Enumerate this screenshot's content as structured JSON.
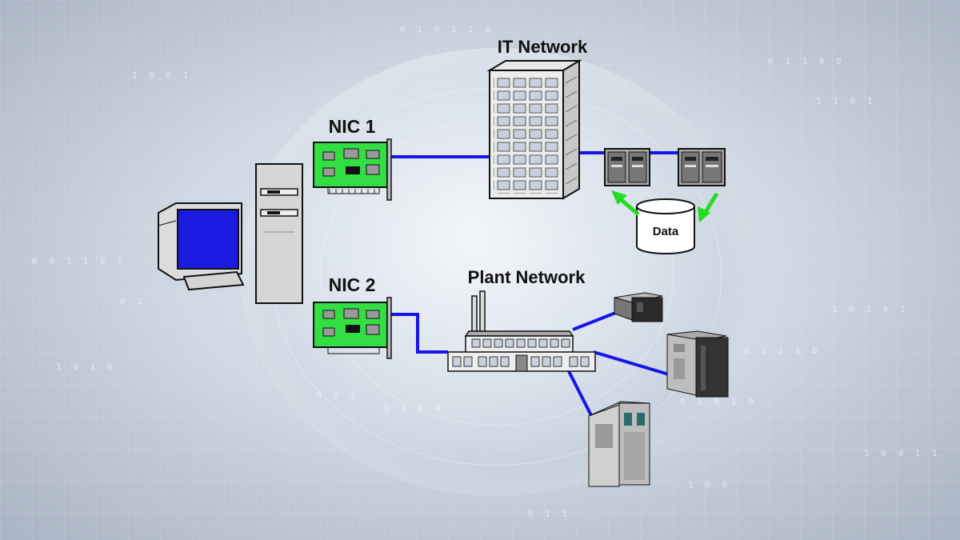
{
  "labels": {
    "it_network": "IT Network",
    "plant_network": "Plant Network",
    "nic1": "NIC 1",
    "nic2": "NIC 2",
    "data": "Data"
  },
  "background_bits": [
    "0 1 0 1 1 0",
    "1 0 0 1",
    "0 1 1 0 0",
    "1 1 0 1",
    "0 0 1 1 0 1",
    "1 0 1 0",
    "0 1 1 1 0",
    "1 0 0",
    "0 1 0 1 0",
    "1 1 0 0",
    "0 0 1",
    "1 0 1 0 1",
    "0 1 1",
    "1 0 0 1 1",
    "0 1"
  ],
  "colors": {
    "link": "#1515e6",
    "arrow": "#22dd22",
    "nic_board": "#33dd44",
    "monitor_screen": "#1a1ae0"
  },
  "icons": [
    "computer-monitor-icon",
    "pc-tower-icon",
    "nic-card-icon",
    "office-building-icon",
    "server-icon",
    "database-icon",
    "factory-icon",
    "plc-icon"
  ]
}
